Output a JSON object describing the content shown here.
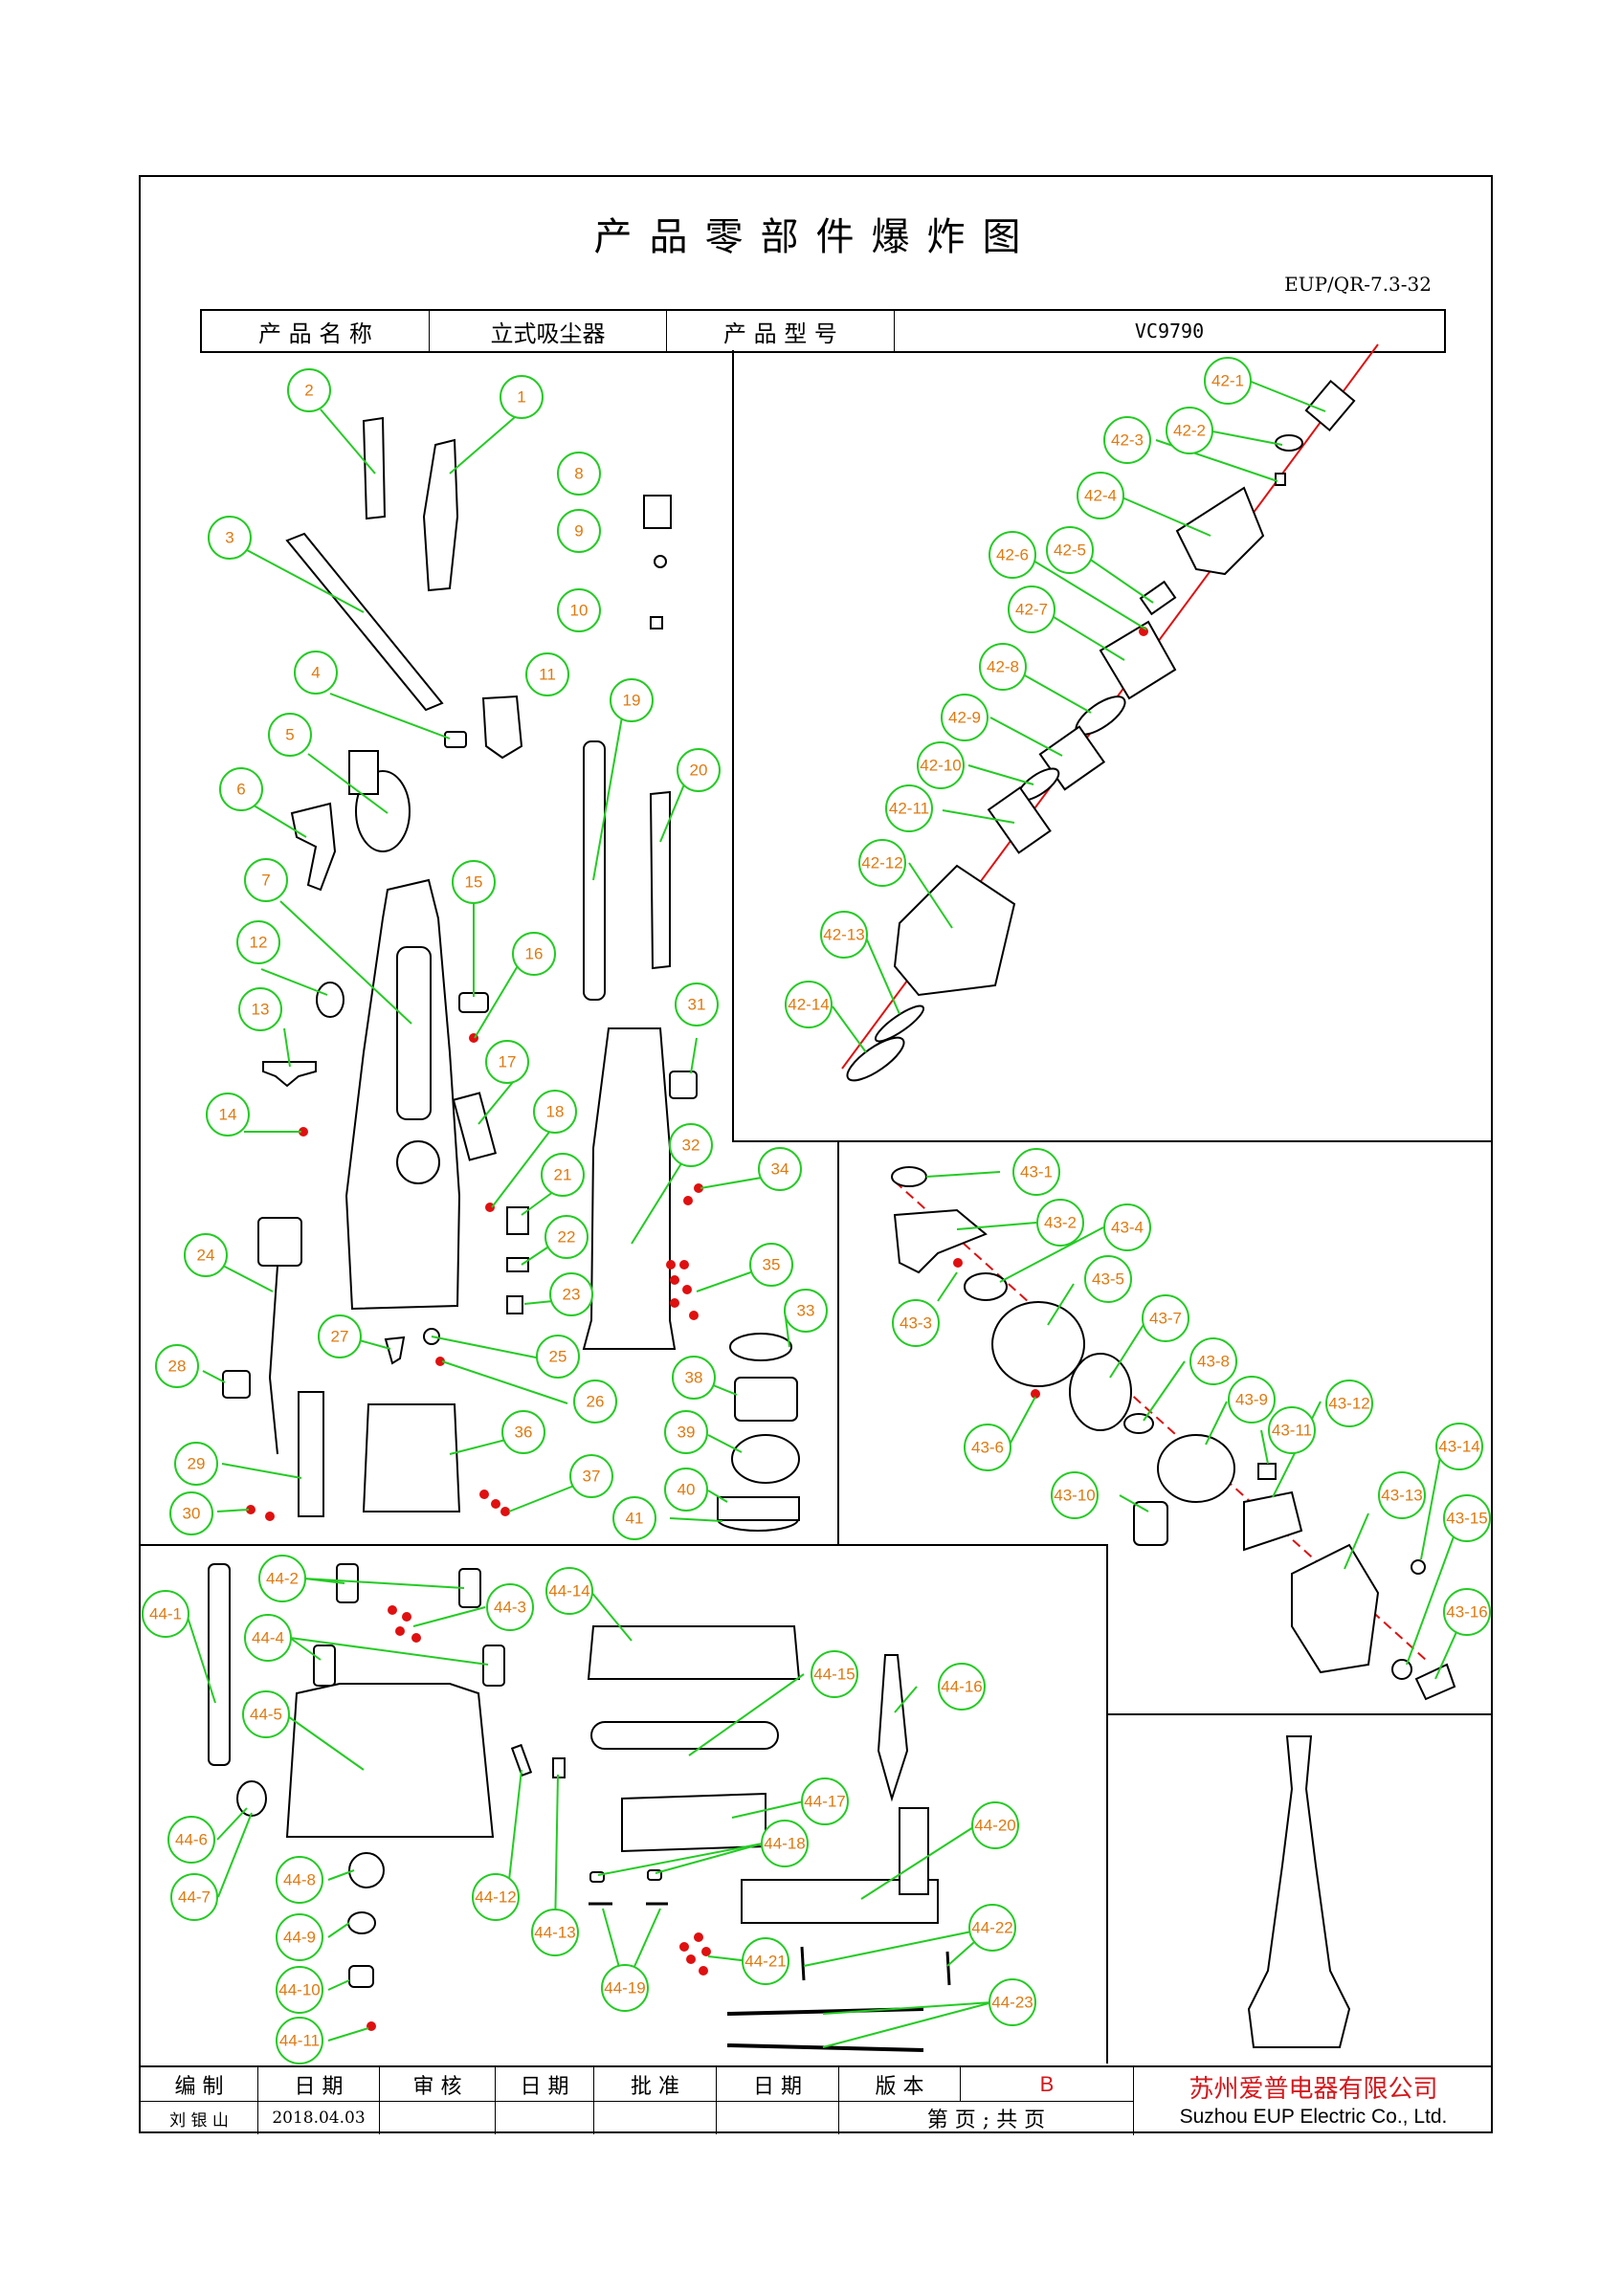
{
  "title": "产品零部件爆炸图",
  "doc_code": "EUP/QR-7.3-32",
  "info": {
    "name_label": "产 品 名 称",
    "name_value": "立式吸尘器",
    "model_label": "产 品 型 号",
    "model_value": "VC9790"
  },
  "footer": {
    "compiled_label": "编  制",
    "date_label_1": "日  期",
    "review_label": "审  核",
    "date_label_2": "日  期",
    "approve_label": "批 准",
    "date_label_3": "日  期",
    "version_label": "版  本",
    "version_value": "B",
    "compiler_name": "刘 银 山",
    "compile_date": "2018.04.03",
    "page_label": "第   页 ;  共   页",
    "company_cn": "苏州爱普电器有限公司",
    "company_en": "Suzhou EUP Electric Co., Ltd."
  },
  "callouts": [
    "1",
    "2",
    "3",
    "4",
    "5",
    "6",
    "7",
    "8",
    "9",
    "10",
    "11",
    "12",
    "13",
    "14",
    "15",
    "16",
    "17",
    "18",
    "19",
    "20",
    "21",
    "22",
    "23",
    "24",
    "25",
    "26",
    "27",
    "28",
    "29",
    "30",
    "31",
    "32",
    "33",
    "34",
    "35",
    "36",
    "37",
    "38",
    "39",
    "40",
    "41",
    "42-1",
    "42-2",
    "42-3",
    "42-4",
    "42-5",
    "42-6",
    "42-7",
    "42-8",
    "42-9",
    "42-10",
    "42-11",
    "42-12",
    "42-13",
    "42-14",
    "43-1",
    "43-2",
    "43-3",
    "43-4",
    "43-5",
    "43-6",
    "43-7",
    "43-8",
    "43-9",
    "43-10",
    "43-11",
    "43-12",
    "43-13",
    "43-14",
    "43-15",
    "43-16",
    "44-1",
    "44-2",
    "44-3",
    "44-4",
    "44-5",
    "44-6",
    "44-7",
    "44-8",
    "44-9",
    "44-10",
    "44-11",
    "44-12",
    "44-13",
    "44-14",
    "44-15",
    "44-16",
    "44-17",
    "44-18",
    "44-19",
    "44-20",
    "44-21",
    "44-22",
    "44-23"
  ],
  "colors": {
    "callout_ring": "#22cc22",
    "callout_text": "#e07a10",
    "screw": "#e01010",
    "axis": "#e01010",
    "company": "#d4181c"
  }
}
